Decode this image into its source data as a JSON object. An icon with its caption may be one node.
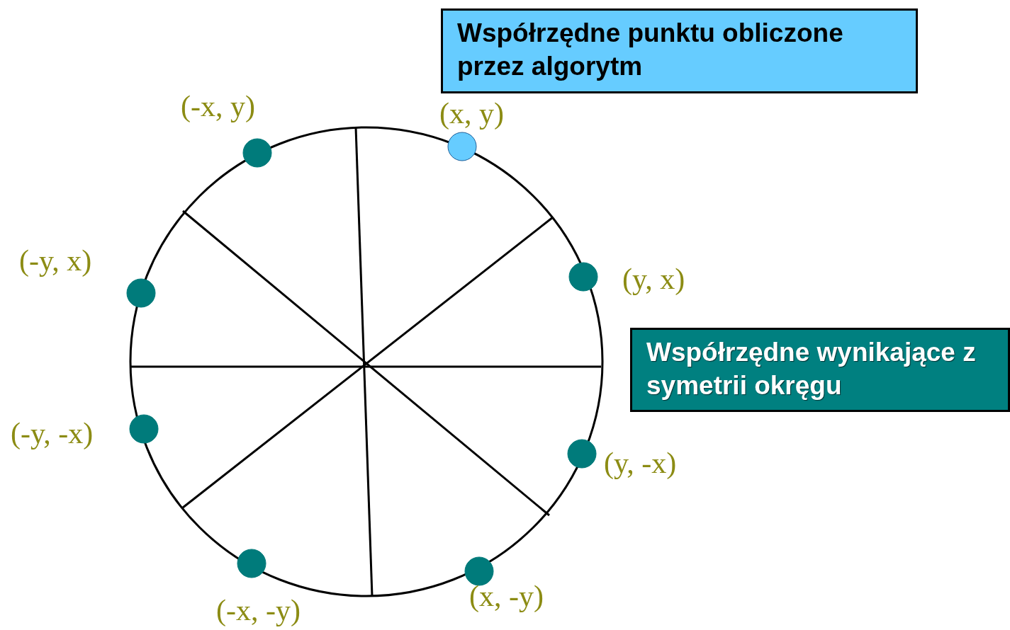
{
  "diagram": {
    "nodes": [
      {
        "text": [
          "Współrzędne punktu obliczone przez algorytm"
        ]
      },
      {
        "text": [
          "Współrzędne wynikające z symetrii okręgu"
        ]
      },
      {
        "text": [],
        "shape": "circle",
        "beside": [
          "(-x, y)"
        ]
      },
      {
        "text": [],
        "shape": "circle",
        "beside": [
          "(x, y)"
        ]
      },
      {
        "text": [],
        "shape": "circle",
        "beside": [
          "(y, x)"
        ]
      },
      {
        "text": [],
        "shape": "circle",
        "beside": [
          "(-y, x)"
        ]
      },
      {
        "text": [],
        "shape": "circle",
        "beside": [
          "(-y, -x)"
        ]
      },
      {
        "text": [],
        "shape": "circle",
        "beside": [
          "(y, -x)"
        ]
      },
      {
        "text": [],
        "shape": "circle",
        "beside": [
          "(-x, -y)"
        ]
      },
      {
        "text": [],
        "shape": "circle",
        "beside": [
          "(x, -y)"
        ]
      }
    ]
  }
}
